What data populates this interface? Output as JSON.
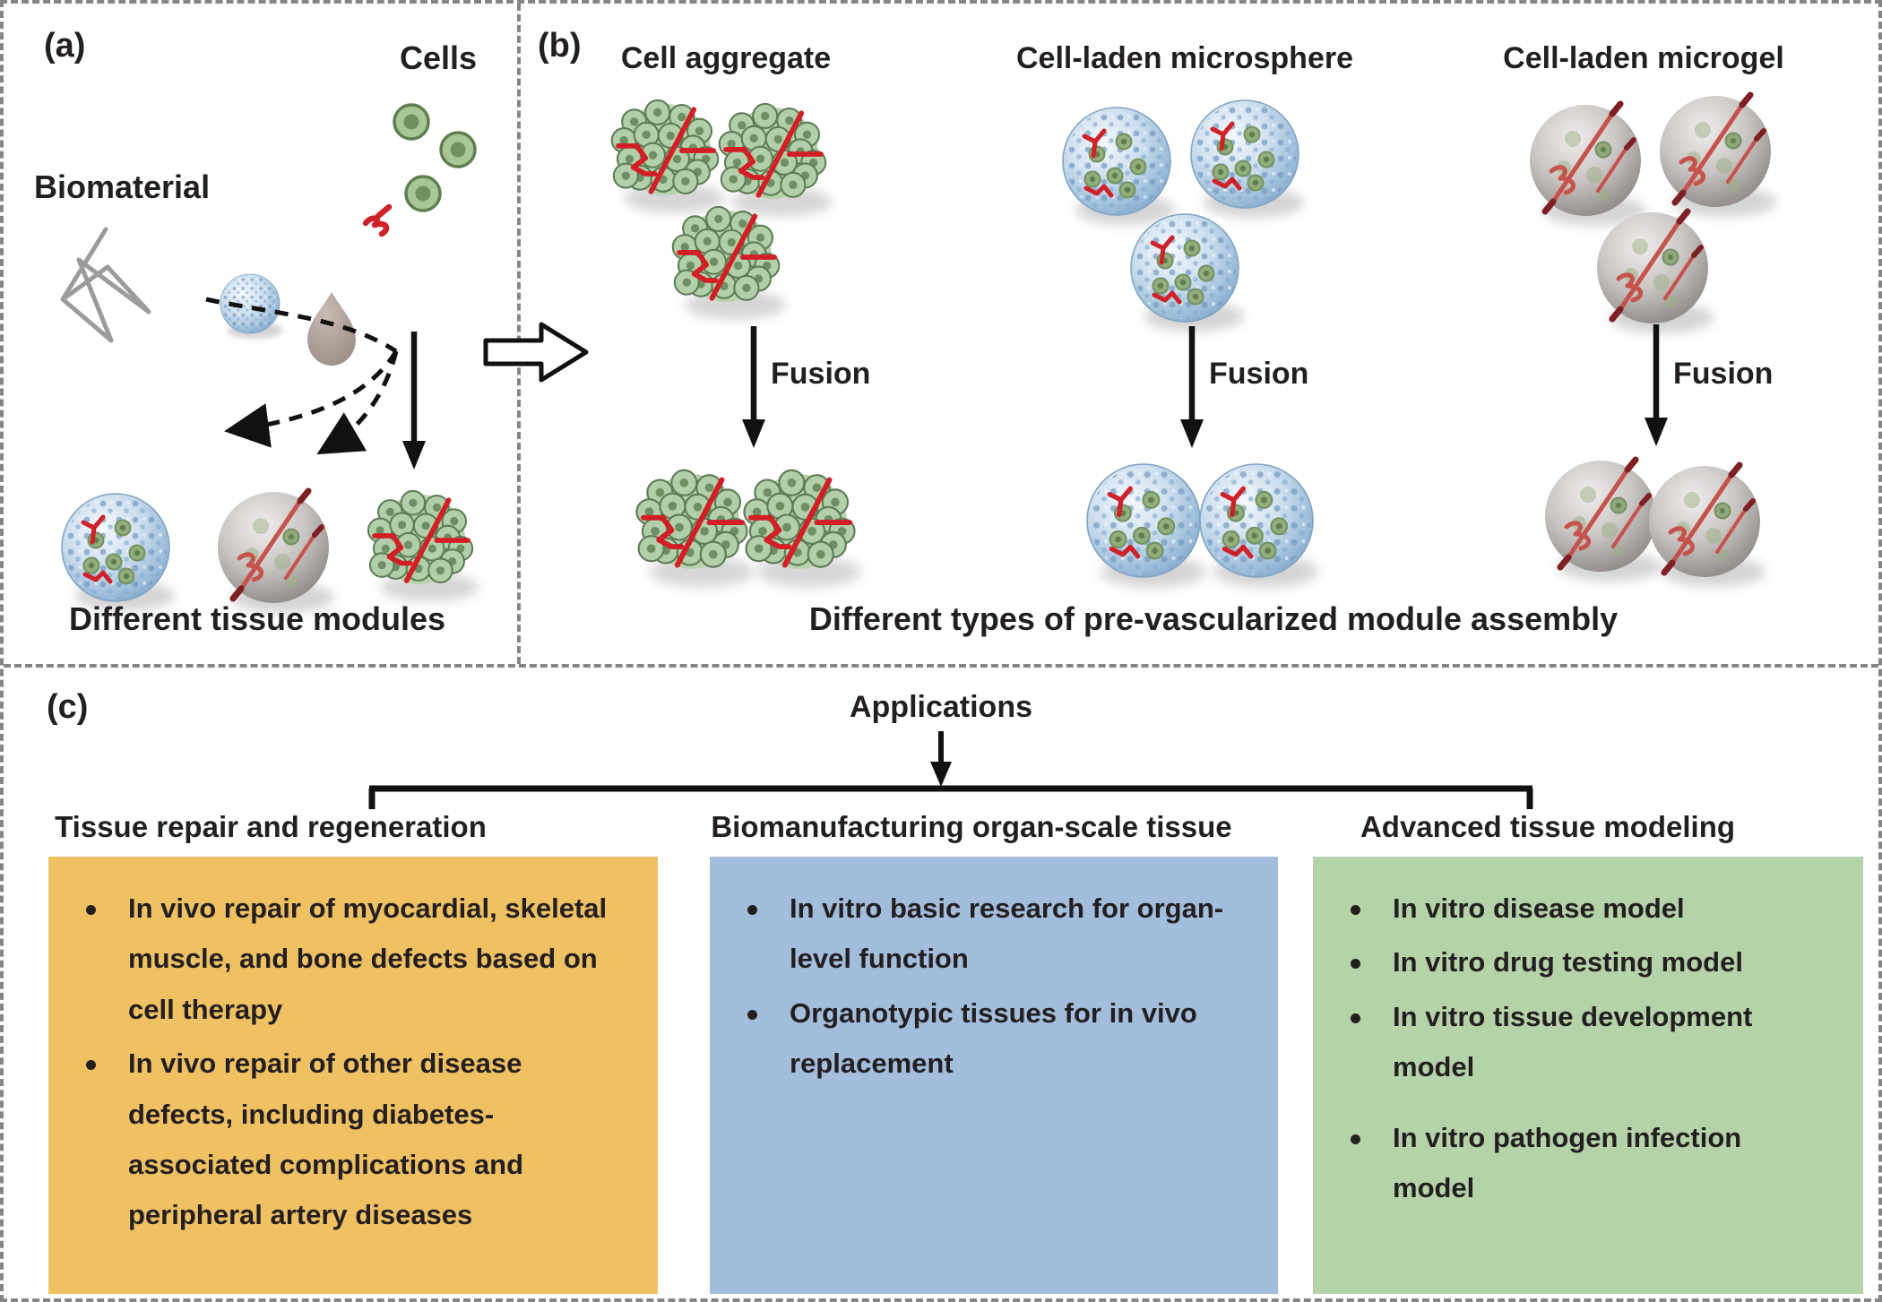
{
  "figure": {
    "panel_a": {
      "label": "(a)",
      "cells_label": "Cells",
      "biomaterial_label": "Biomaterial",
      "caption": "Different tissue modules"
    },
    "panel_b": {
      "label": "(b)",
      "caption": "Different types of pre-vascularized module assembly",
      "columns": [
        {
          "title": "Cell aggregate",
          "fusion_label": "Fusion"
        },
        {
          "title": "Cell-laden microsphere",
          "fusion_label": "Fusion"
        },
        {
          "title": "Cell-laden microgel",
          "fusion_label": "Fusion"
        }
      ]
    },
    "panel_c": {
      "label": "(c)",
      "title": "Applications",
      "boxes": [
        {
          "title": "Tissue repair and regeneration",
          "color": "#f0c163",
          "bullets": [
            "In vivo repair of myocardial, skeletal muscle, and bone defects based on cell therapy",
            "In vivo repair of other disease defects, including diabetes-associated complications and peripheral artery diseases"
          ]
        },
        {
          "title": "Biomanufacturing organ-scale tissue",
          "color": "#a3bedd",
          "bullets": [
            "In vitro basic research for organ-level function",
            "Organotypic tissues for in vivo replacement"
          ]
        },
        {
          "title": "Advanced tissue modeling",
          "color": "#b5d3a8",
          "bullets": [
            "In vitro disease model",
            "In vitro drug testing model",
            "In vitro tissue development model",
            "In vitro pathogen infection model"
          ]
        }
      ]
    },
    "colors": {
      "border_dash": "#858585",
      "text": "#231f20",
      "vessel_red": "#cf2128",
      "cell_green": "#b3cfa9",
      "microsphere_blue": "#a9c6e0",
      "microgel_gray": "#a19c9a",
      "box_orange": "#f0c163",
      "box_blue": "#a3bedd",
      "box_green": "#b5d3a8"
    }
  }
}
